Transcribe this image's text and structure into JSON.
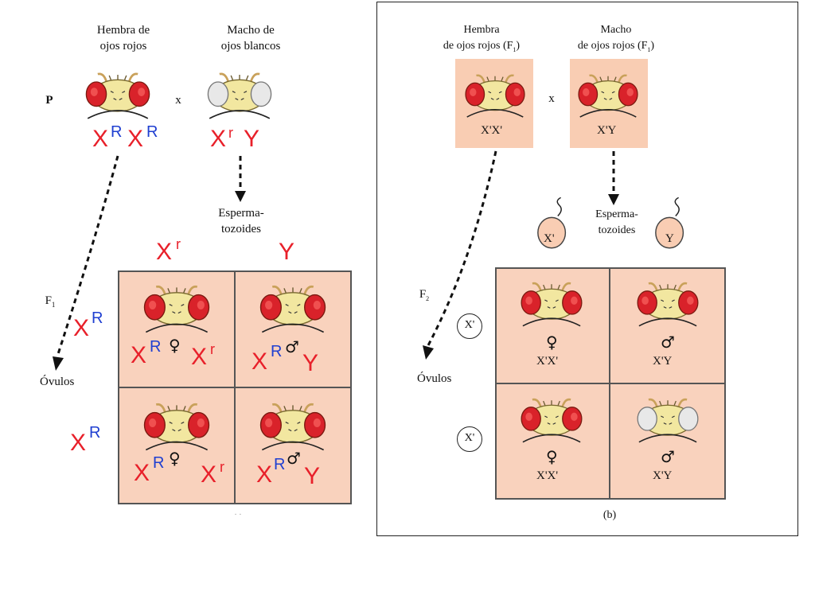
{
  "panel_a": {
    "female_label": [
      "Hembra de",
      "ojos rojos"
    ],
    "male_label": [
      "Macho de",
      "ojos blancos"
    ],
    "generation_p": "P",
    "cross": "x",
    "generation_f1": "F",
    "generation_f1_sub": "1",
    "sperm_label": [
      "Esperma-",
      "tozoides"
    ],
    "eggs_label": "Óvulos",
    "allele_X": "X",
    "allele_R": "R",
    "allele_r": "r",
    "allele_Y": "Y",
    "female_symbol": "♀",
    "male_symbol": "♂",
    "footer_mark": "· ·"
  },
  "panel_b": {
    "female_label": [
      "Hembra",
      "de ojos rojos (F"
    ],
    "female_label_sub": "1",
    "male_label": [
      "Macho",
      "de ojos rojos (F"
    ],
    "male_label_sub": "1",
    "cross": "x",
    "female_geno": "X'X'",
    "male_geno": "X'Y",
    "sperm_label": [
      "Esperma-",
      "tozoides"
    ],
    "sperm_x": "X'",
    "sperm_y": "Y",
    "generation_f2": "F",
    "generation_f2_sub": "2",
    "eggs_label": "Óvulos",
    "egg_x": "X'",
    "cell_female_geno": "X'X'",
    "cell_male_geno": "X'Y",
    "female_symbol": "♀",
    "male_symbol": "♂",
    "caption": "(b)"
  },
  "colors": {
    "red_allele": "#e8202a",
    "blue_allele": "#1f3fd1",
    "punnett_fill": "#f9d2bd",
    "parent_box_fill": "#f9cdb3",
    "fly_red_eye": "#d9222a",
    "fly_white_eye": "#e6e6e6",
    "fly_head": "#f2e7a0"
  },
  "icons": {
    "fly_red_eyes": "fruit-fly-head-red-eyes-icon",
    "fly_white_eyes": "fruit-fly-head-white-eyes-icon",
    "sperm": "sperm-cell-icon"
  }
}
